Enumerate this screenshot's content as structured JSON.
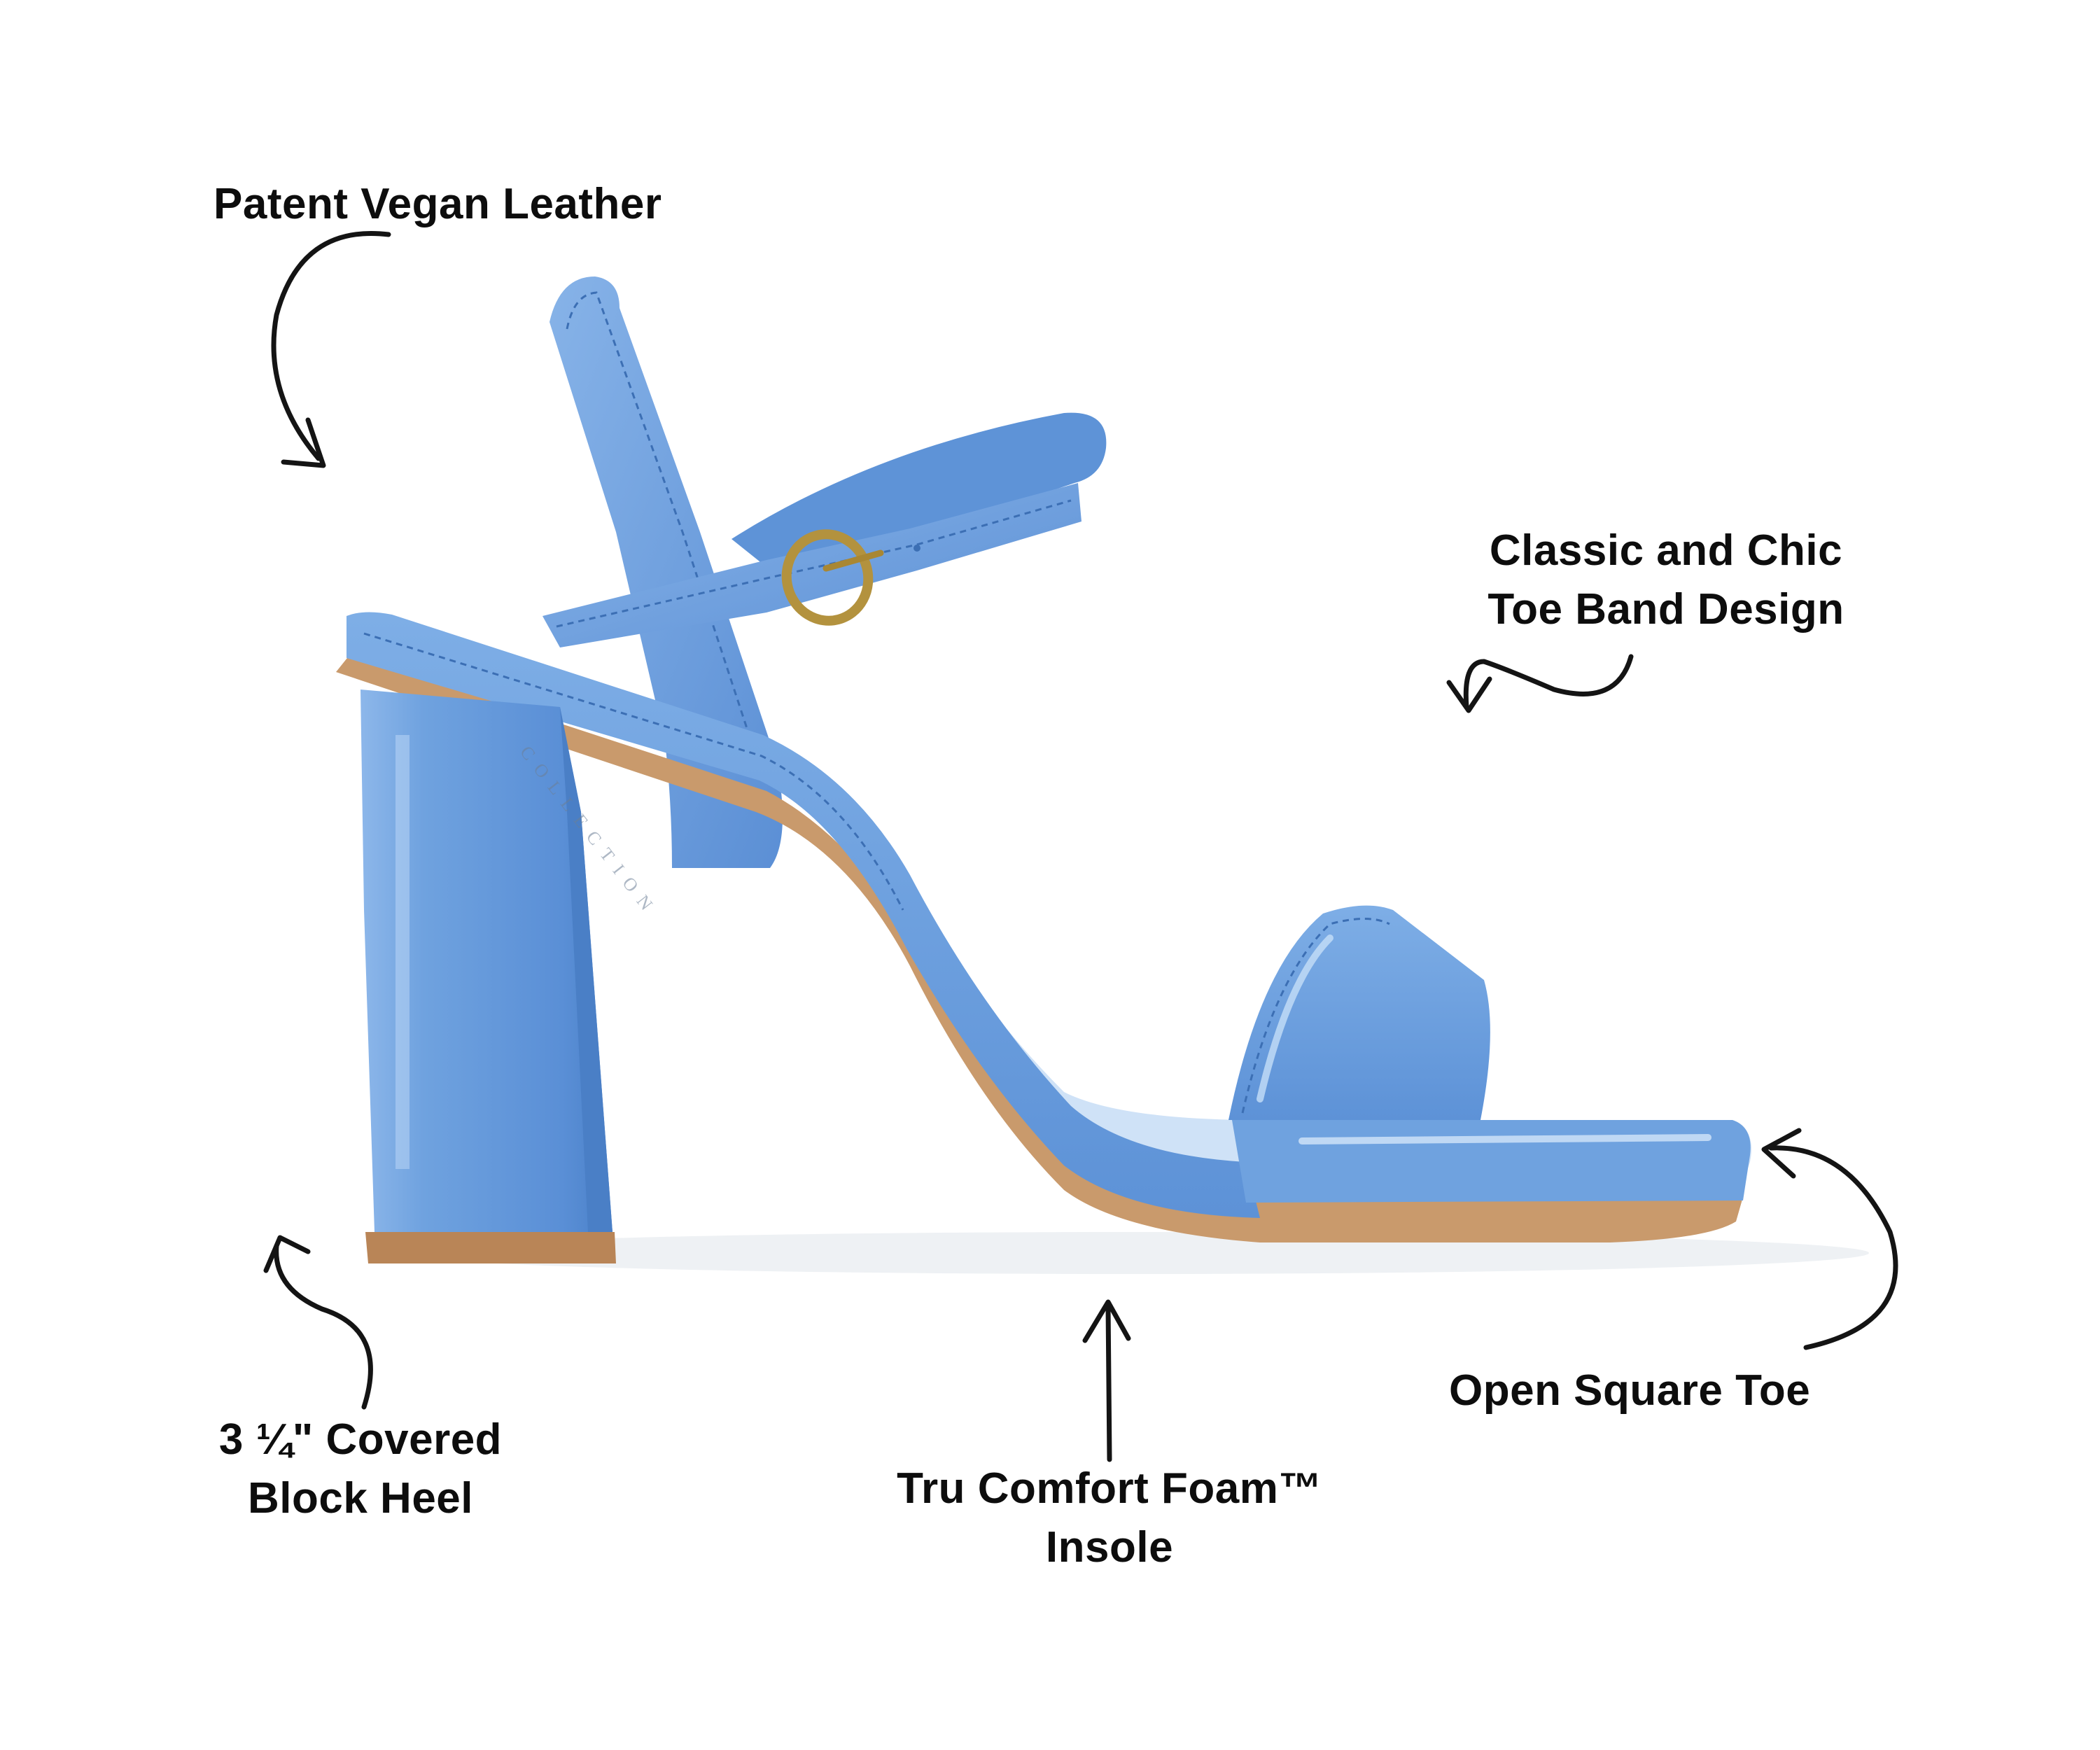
{
  "annotations": {
    "patent": "Patent Vegan Leather",
    "toe_band_line1": "Classic and Chic",
    "toe_band_line2": "Toe Band Design",
    "heel_line1": "3 ¼\" Covered",
    "heel_line2": "Block Heel",
    "insole_line1": "Tru Comfort Foam™",
    "insole_line2": "Insole",
    "open_toe": "Open Square Toe"
  },
  "product": {
    "insole_brand_text": "COLLECTION"
  },
  "colors": {
    "shoe_blue": "#6fa2df",
    "shoe_blue_dark": "#4f86cc",
    "shoe_highlight": "#b9d6f5",
    "welt_tan": "#c99a6c",
    "buckle_gold": "#b3923e",
    "text": "#0d0d0d"
  }
}
